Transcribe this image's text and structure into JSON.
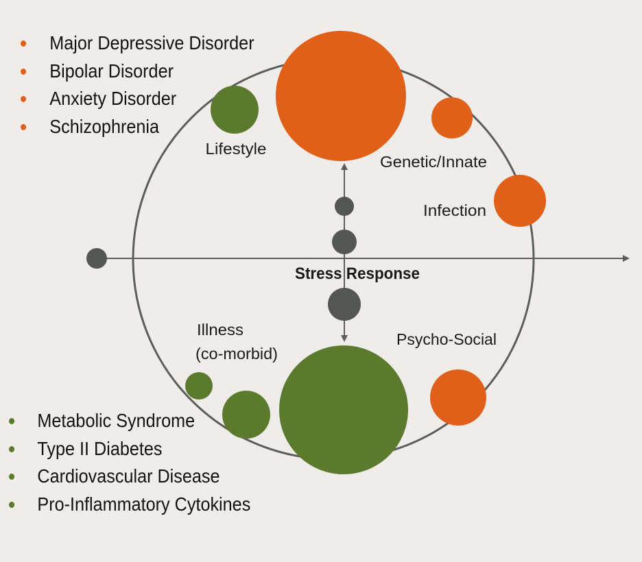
{
  "colors": {
    "background": "#f0ecea",
    "ring": "#5b5d5a",
    "orange": "#e06019",
    "green": "#5b7a2e",
    "gray_node": "#545652"
  },
  "psychiatric_list": {
    "items": [
      "Major Depressive Disorder",
      "Bipolar Disorder",
      "Anxiety Disorder",
      "Schizophrenia"
    ]
  },
  "metabolic_list": {
    "items": [
      "Metabolic Syndrome",
      "Type II Diabetes",
      "Cardiovascular Disease",
      "Pro-Inflammatory Cytokines"
    ]
  },
  "labels": {
    "lifestyle": "Lifestyle",
    "genetic": "Genetic/Innate",
    "infection": "Infection",
    "stress": "Stress Response",
    "illness_line1": "Illness",
    "illness_line2": "(co-morbid)",
    "psychosocial": "Psycho-Social"
  }
}
